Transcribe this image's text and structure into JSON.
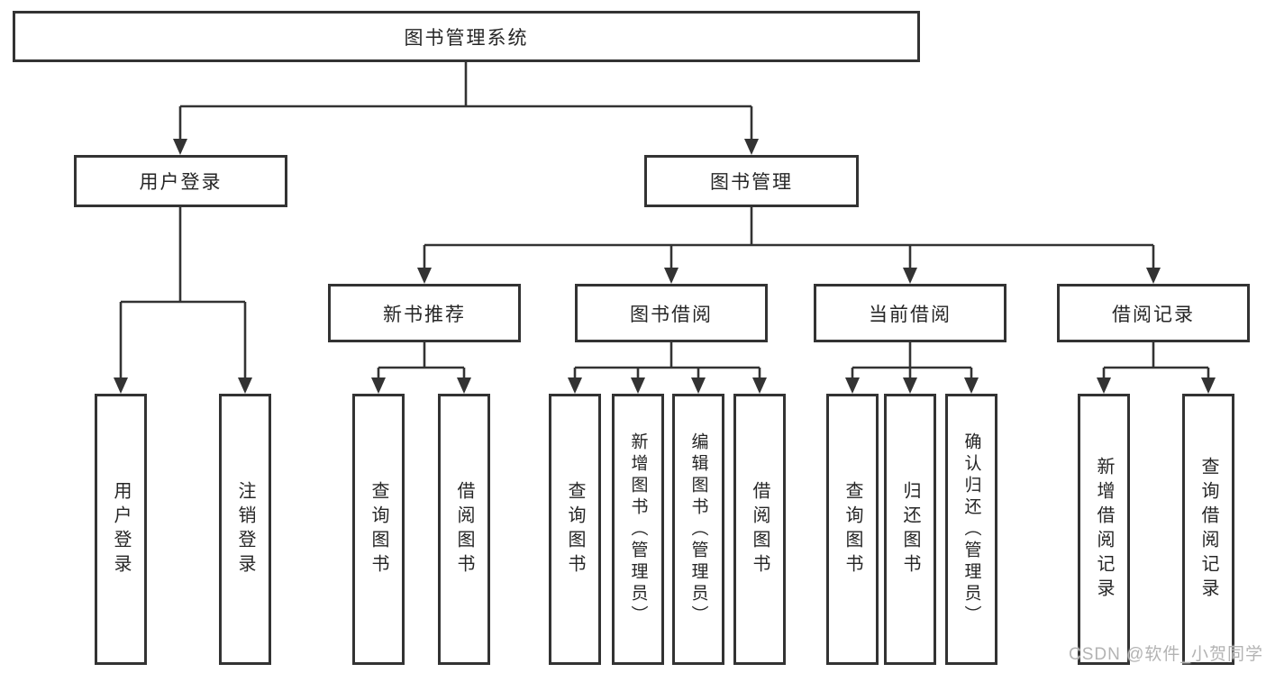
{
  "diagram": {
    "type": "hierarchy-tree",
    "colors": {
      "line": "#333333",
      "box_border": "#333333",
      "box_fill": "#ffffff",
      "text": "#262626",
      "watermark": "#b3b3b3"
    },
    "root": {
      "label": "图书管理系统"
    },
    "branches": [
      {
        "label": "用户登录",
        "children": [
          {
            "label": "用户登录"
          },
          {
            "label": "注销登录"
          }
        ]
      },
      {
        "label": "图书管理",
        "children": [
          {
            "label": "新书推荐",
            "children": [
              {
                "label": "查询图书"
              },
              {
                "label": "借阅图书"
              }
            ]
          },
          {
            "label": "图书借阅",
            "children": [
              {
                "label": "查询图书"
              },
              {
                "label": "新增图书（管理员）"
              },
              {
                "label": "编辑图书（管理员）"
              },
              {
                "label": "借阅图书"
              }
            ]
          },
          {
            "label": "当前借阅",
            "children": [
              {
                "label": "查询图书"
              },
              {
                "label": "归还图书"
              },
              {
                "label": "确认归还（管理员）"
              }
            ]
          },
          {
            "label": "借阅记录",
            "children": [
              {
                "label": "新增借阅记录"
              },
              {
                "label": "查询借阅记录"
              }
            ]
          }
        ]
      }
    ],
    "watermark": "CSDN @软件_小贺同学"
  }
}
